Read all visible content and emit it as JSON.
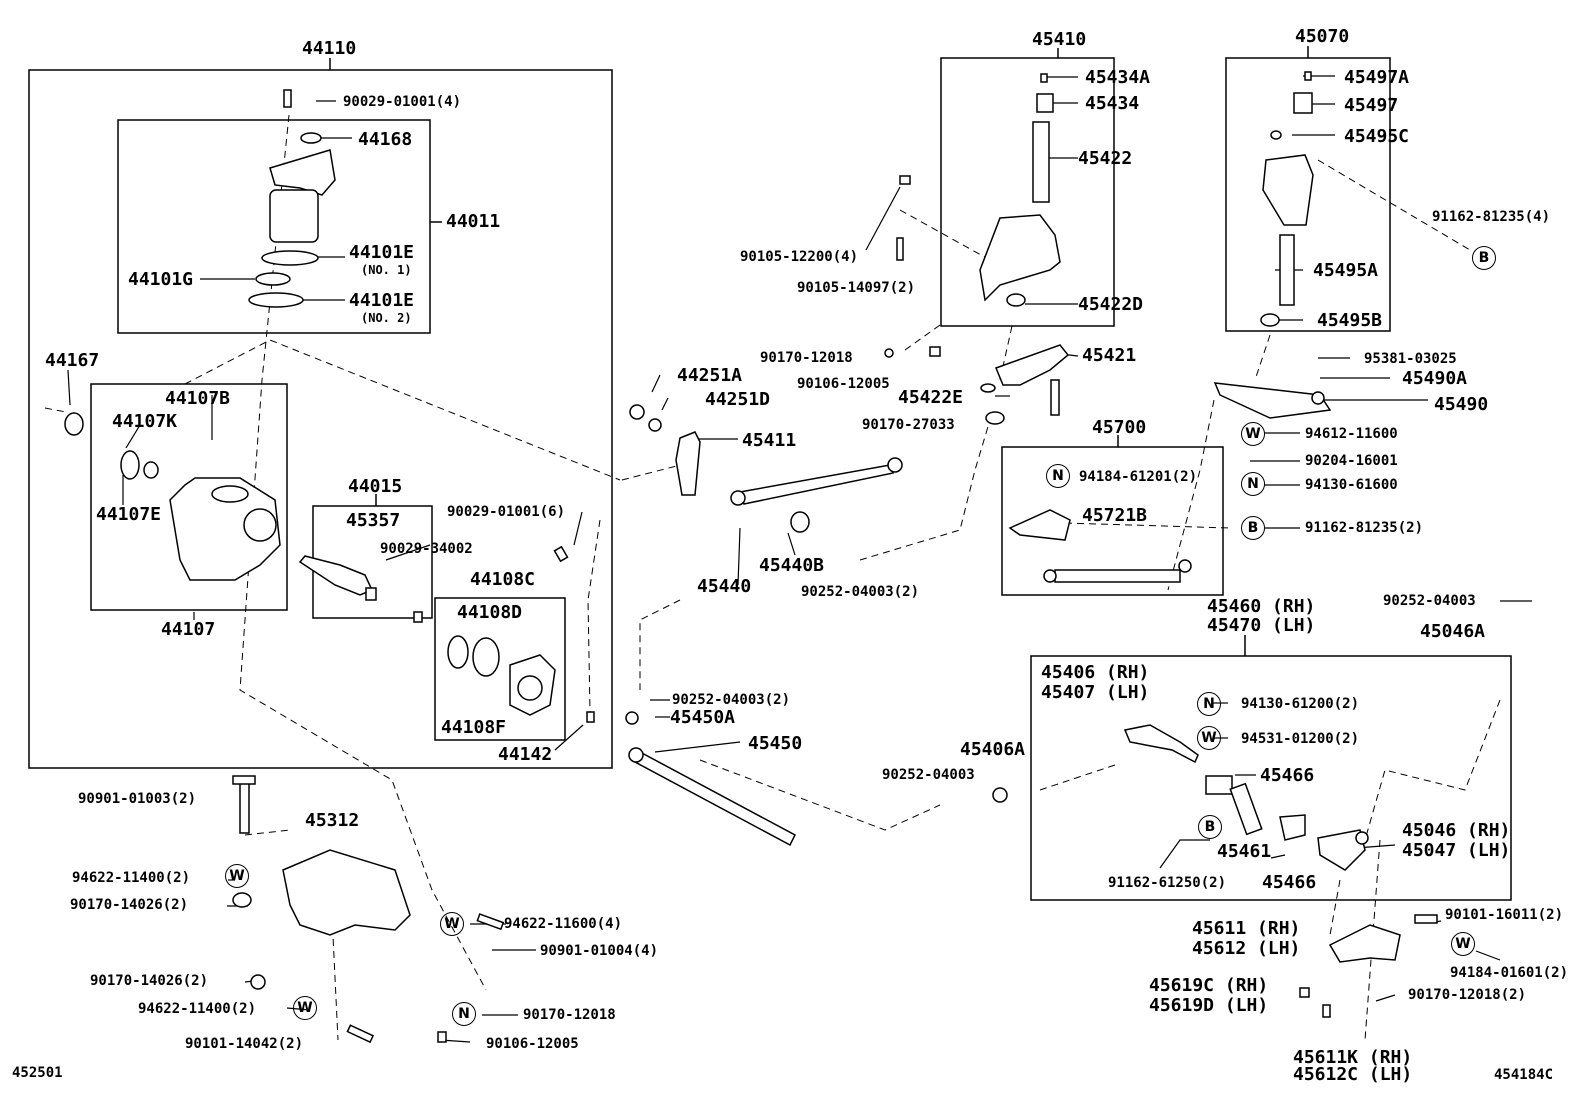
{
  "assemblies": {
    "a44110": "44110",
    "a44011": "44011",
    "a45410": "45410",
    "a45070": "45070",
    "a45700": "45700",
    "a45460": "45460 (RH)",
    "a45470": "45470 (LH)"
  },
  "parts": {
    "p90029_01001_4": "90029-01001(4)",
    "p44168": "44168",
    "p44101E_1": "44101E",
    "p44101E_1_note": "(NO. 1)",
    "p44101G": "44101G",
    "p44101E_2": "44101E",
    "p44101E_2_note": "(NO. 2)",
    "p44167": "44167",
    "p44107B": "44107B",
    "p44107K": "44107K",
    "p44107E": "44107E",
    "p44107": "44107",
    "p44015": "44015",
    "p45357": "45357",
    "p90029_34002": "90029-34002",
    "p90029_01001_6": "90029-01001(6)",
    "p44108C": "44108C",
    "p44108D": "44108D",
    "p44108F": "44108F",
    "p44142": "44142",
    "p90901_01003": "90901-01003(2)",
    "p45312": "45312",
    "p94622_11400_a": "94622-11400(2)",
    "p90170_14026_a": "90170-14026(2)",
    "p94622_11600": "94622-11600(4)",
    "p90901_01004": "90901-01004(4)",
    "p90170_14026_b": "90170-14026(2)",
    "p94622_11400_b": "94622-11400(2)",
    "p90170_12018_a": "90170-12018",
    "p90101_14042": "90101-14042(2)",
    "p90106_12005_a": "90106-12005",
    "p45434A": "45434A",
    "p45434": "45434",
    "p45422": "45422",
    "p45422D": "45422D",
    "p90105_12200": "90105-12200(4)",
    "p90105_14097": "90105-14097(2)",
    "p90170_12018_b": "90170-12018",
    "p90106_12005_b": "90106-12005",
    "p45421": "45421",
    "p45422E": "45422E",
    "p90170_27033": "90170-27033",
    "p44251A": "44251A",
    "p44251D": "44251D",
    "p45411": "45411",
    "p45440B": "45440B",
    "p45440": "45440",
    "p90252_04003_2a": "90252-04003(2)",
    "p94184_61201": "94184-61201(2)",
    "p45721B": "45721B",
    "p45497A": "45497A",
    "p45497": "45497",
    "p45495C": "45495C",
    "p91162_81235_4": "91162-81235(4)",
    "p45495A": "45495A",
    "p45495B": "45495B",
    "p95381_03025": "95381-03025",
    "p45490A": "45490A",
    "p45490": "45490",
    "p94612_11600": "94612-11600",
    "p90204_16001": "90204-16001",
    "p94130_61600": "94130-61600",
    "p91162_81235_2": "91162-81235(2)",
    "p90252_04003_a": "90252-04003",
    "p45046A": "45046A",
    "p90252_04003_2b": "90252-04003(2)",
    "p45450A": "45450A",
    "p45450": "45450",
    "p45406A": "45406A",
    "p90252_04003_b": "90252-04003",
    "p45406": "45406 (RH)",
    "p45407": "45407 (LH)",
    "p94130_61200": "94130-61200(2)",
    "p94531_01200": "94531-01200(2)",
    "p45466_a": "45466",
    "p45461": "45461",
    "p45466_b": "45466",
    "p45046": "45046 (RH)",
    "p45047": "45047 (LH)",
    "p91162_61250": "91162-61250(2)",
    "p90101_16011": "90101-16011(2)",
    "p45611": "45611 (RH)",
    "p45612": "45612 (LH)",
    "p94184_01601": "94184-01601(2)",
    "p45619C": "45619C (RH)",
    "p45619D": "45619D (LH)",
    "p90170_12018_2": "90170-12018(2)",
    "p45611K": "45611K (RH)",
    "p45612C": "45612C (LH)"
  },
  "symbols": {
    "washer": "W",
    "nut": "N",
    "bolt": "B"
  },
  "footer": {
    "left_code": "452501",
    "right_code": "454184C"
  }
}
